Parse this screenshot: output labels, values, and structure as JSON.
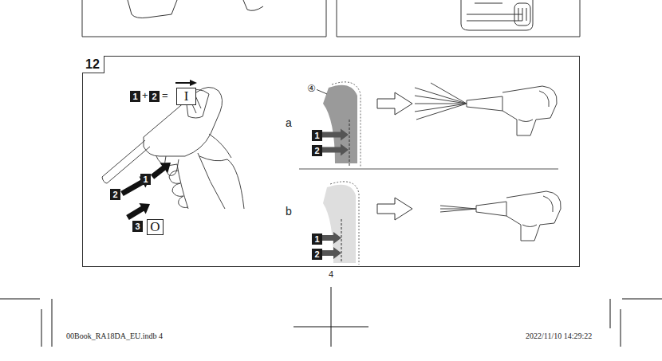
{
  "diagram": {
    "nodes": [
      {
        "text": [
          "12"
        ]
      },
      {
        "text": [
          "1"
        ],
        "in": 0
      },
      {
        "text": [
          "2"
        ],
        "in": 0
      },
      {
        "text": [
          "I"
        ],
        "in": 0
      },
      {
        "text": [
          "1"
        ],
        "in": 0
      },
      {
        "text": [
          "2"
        ],
        "in": 0
      },
      {
        "text": [
          "3"
        ],
        "in": 0
      },
      {
        "text": [
          "O"
        ],
        "in": 0
      },
      {
        "text": [
          "1"
        ],
        "in": 0
      },
      {
        "text": [
          "2"
        ],
        "in": 0
      },
      {
        "text": [
          "1"
        ],
        "in": 0
      },
      {
        "text": [
          "2"
        ],
        "in": 0
      }
    ],
    "labels": [
      "+",
      "=",
      "④",
      "a",
      "b",
      "4",
      "00Book_RA18DA_EU.indb 4",
      "2022/11/10 14:29:22"
    ]
  }
}
